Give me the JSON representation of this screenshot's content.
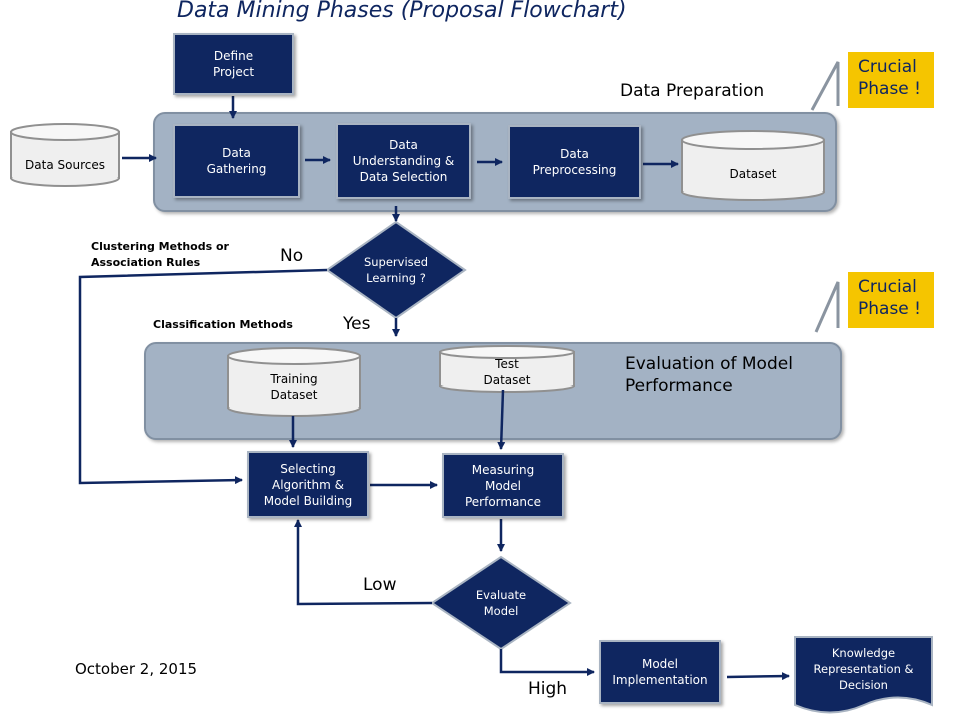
{
  "title": "Data Mining Phases (Proposal Flowchart)",
  "date": "October 2, 2015",
  "phases": {
    "data_preparation": "Data Preparation",
    "evaluation": "Evaluation of Model\nPerformance"
  },
  "crucial_label": "Crucial\nPhase !",
  "nodes": {
    "define_project": "Define\nProject",
    "data_sources": "Data Sources",
    "data_gathering": "Data\nGathering",
    "data_understanding": "Data\nUnderstanding &\nData Selection",
    "data_preprocessing": "Data\nPreprocessing",
    "dataset": "Dataset",
    "supervised_learning": "Supervised\nLearning ?",
    "training_dataset": "Training\nDataset",
    "test_dataset": "Test\nDataset",
    "selecting_algorithm": "Selecting\nAlgorithm &\nModel Building",
    "measuring_performance": "Measuring\nModel\nPerformance",
    "evaluate_model": "Evaluate\nModel",
    "model_implementation": "Model\nImplementation",
    "knowledge_representation": "Knowledge\nRepresentation &\nDecision"
  },
  "edge_labels": {
    "no": "No",
    "yes": "Yes",
    "low": "Low",
    "high": "High",
    "clustering": "Clustering Methods or\nAssociation Rules",
    "classification": "Classification Methods"
  },
  "colors": {
    "navy": "#0f2660",
    "panel": "#a3b2c4",
    "accent": "#f5c500"
  }
}
